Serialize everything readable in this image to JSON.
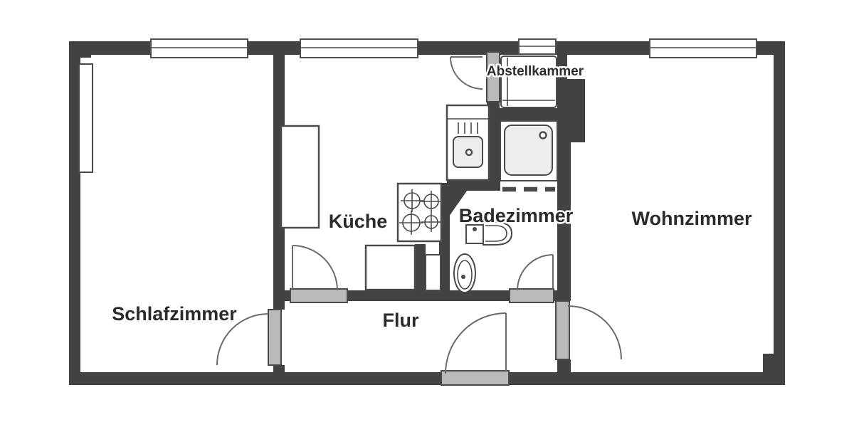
{
  "colors": {
    "background": "#ffffff",
    "wall": "#424242",
    "door_sill": "#b9b9b9",
    "outline": "#4a4a4a",
    "fixture_fill": "#ededed",
    "label": "#2b2b2b"
  },
  "floor_plan": {
    "rooms": [
      {
        "id": "schlafzimmer",
        "label": "Schlafzimmer"
      },
      {
        "id": "kueche",
        "label": "Küche"
      },
      {
        "id": "badezimmer",
        "label": "Badezimmer"
      },
      {
        "id": "wohnzimmer",
        "label": "Wohnzimmer"
      },
      {
        "id": "flur",
        "label": "Flur"
      },
      {
        "id": "abstellkammer",
        "label": "Abstellkammer"
      }
    ],
    "fixtures": [
      "radiator",
      "kitchen-cupboard",
      "kitchen-sink",
      "stove",
      "kitchen-counter",
      "niche",
      "storage-closet",
      "shower",
      "washbasin",
      "toilet"
    ]
  }
}
